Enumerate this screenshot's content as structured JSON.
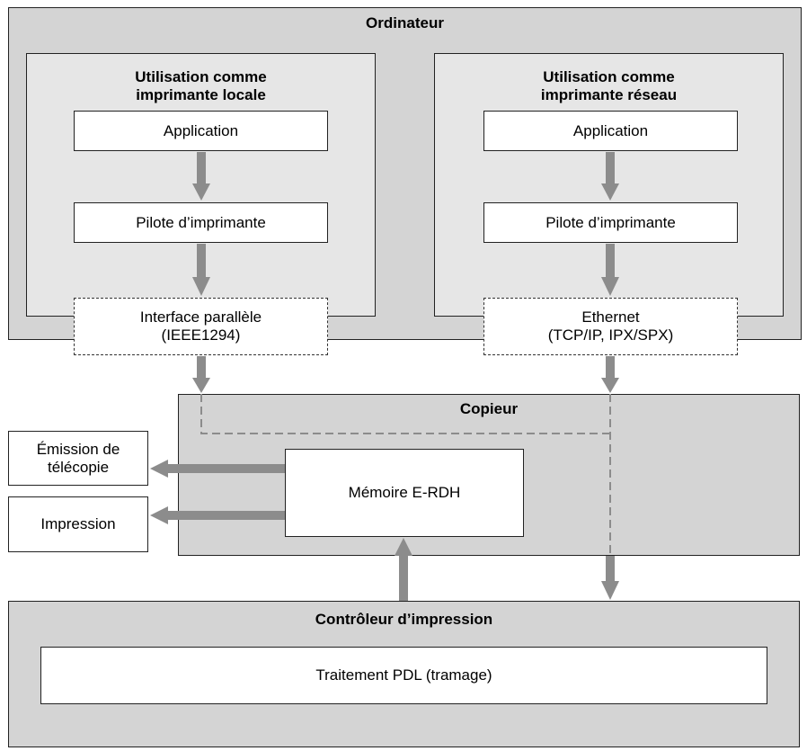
{
  "computer": {
    "title": "Ordinateur",
    "local": {
      "title_line1": "Utilisation comme",
      "title_line2": "imprimante locale",
      "application": "Application",
      "driver": "Pilote d’imprimante",
      "interface_line1": "Interface parallèle",
      "interface_line2": "(IEEE1294)"
    },
    "network": {
      "title_line1": "Utilisation comme",
      "title_line2": "imprimante réseau",
      "application": "Application",
      "driver": "Pilote d’imprimante",
      "interface_line1": "Ethernet",
      "interface_line2": "(TCP/IP, IPX/SPX)"
    }
  },
  "copier": {
    "title": "Copieur",
    "memory": "Mémoire E-RDH",
    "fax_line1": "Émission de",
    "fax_line2": "télécopie",
    "print": "Impression"
  },
  "controller": {
    "title": "Contrôleur d’impression",
    "processing": "Traitement PDL (tramage)"
  }
}
